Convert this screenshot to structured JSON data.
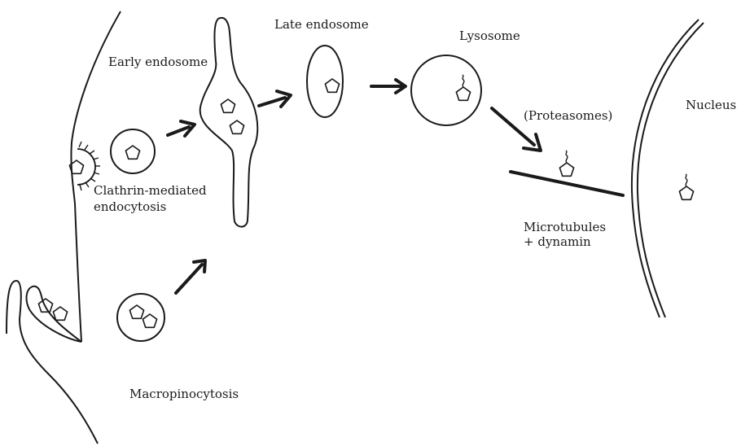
{
  "labels": {
    "early_endosome": "Early endosome",
    "late_endosome": "Late endosome",
    "lysosome": "Lysosome",
    "proteasomes": "(Proteasomes)",
    "nucleus": "Nucleus",
    "clathrin_line1": "Clathrin-mediated",
    "clathrin_line2": "endocytosis",
    "microtubules_line1": "Microtubules",
    "microtubules_line2": "+ dynamin",
    "macropinocytosis": "Macropinocytosis"
  },
  "colors": {
    "ink": "#1a1a1a",
    "background": "#ffffff"
  },
  "icons": [
    "virus-pentagon-icon",
    "uncoated-virus-icon",
    "arrow-icon"
  ]
}
